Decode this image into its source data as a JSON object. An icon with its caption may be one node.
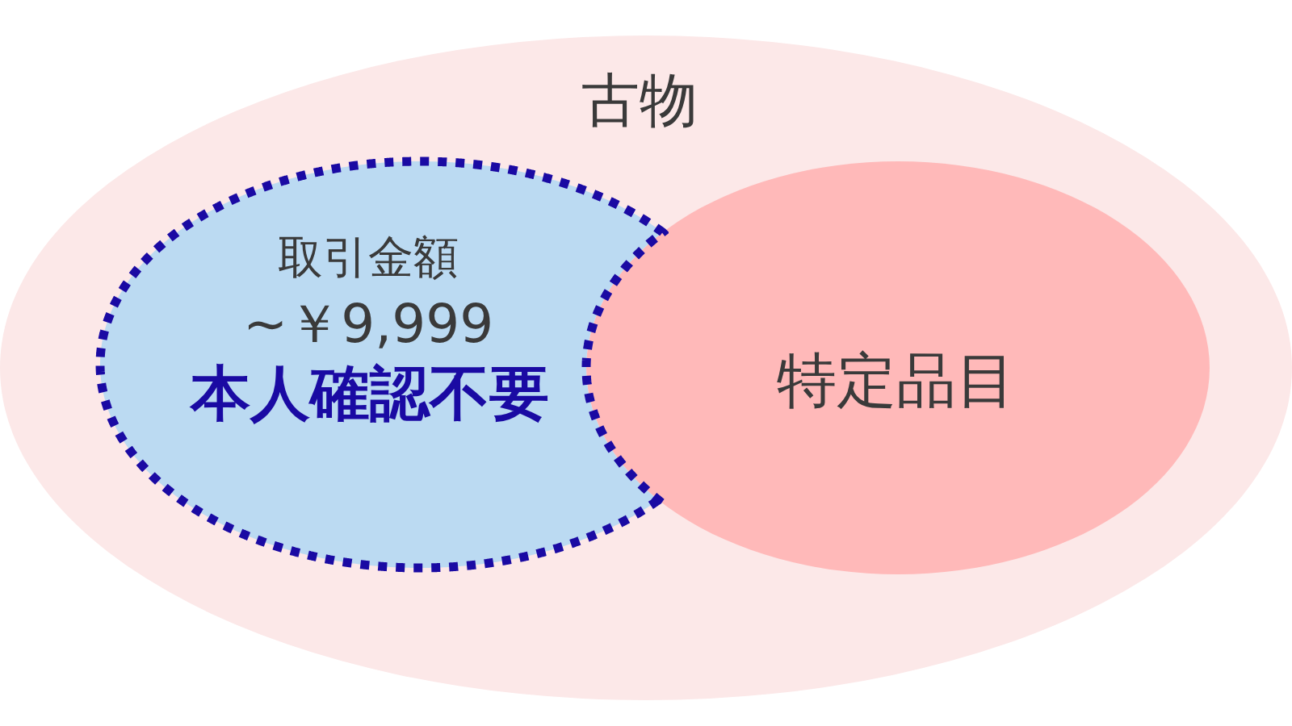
{
  "diagram": {
    "nodes": [
      {
        "text": [
          "古物"
        ]
      },
      {
        "text": [
          "取引金額",
          "~￥9,999",
          "本人確認不要"
        ],
        "in": 0
      },
      {
        "text": [
          "特定品目"
        ],
        "in": 0
      }
    ]
  }
}
